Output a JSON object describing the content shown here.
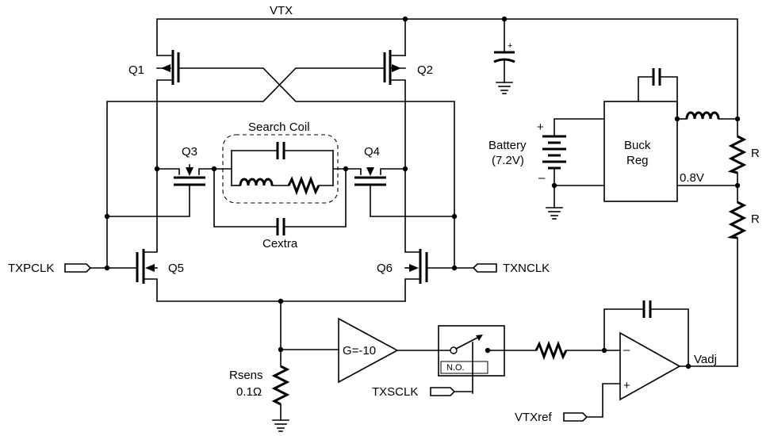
{
  "labels": {
    "vtx": "VTX",
    "q1": "Q1",
    "q2": "Q2",
    "q3": "Q3",
    "q4": "Q4",
    "q5": "Q5",
    "q6": "Q6",
    "search_coil": "Search Coil",
    "cextra": "Cextra",
    "txpclk": "TXPCLK",
    "txnclk": "TXNCLK",
    "battery_line1": "Battery",
    "battery_line2": "(7.2V)",
    "buck_line1": "Buck",
    "buck_line2": "Reg",
    "v08": "0.8V",
    "r_top": "R",
    "r_bottom": "R",
    "gain": "G=-10",
    "no": "N.O.",
    "rsens_line1": "Rsens",
    "rsens_line2": "0.1Ω",
    "txsclk": "TXSCLK",
    "vadj": "Vadj",
    "vtxref": "VTXref",
    "plus": "+",
    "minus": "–",
    "cap_plus": "+"
  }
}
